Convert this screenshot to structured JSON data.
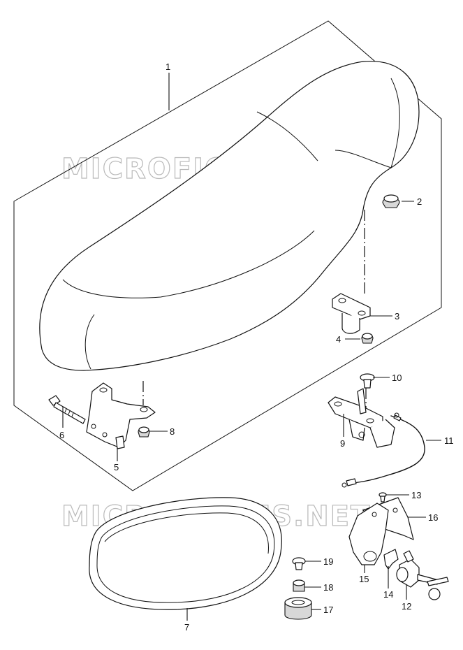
{
  "watermark": {
    "text": "MICROFICHES.NET"
  },
  "callouts": [
    {
      "id": "1",
      "label": "1"
    },
    {
      "id": "2",
      "label": "2"
    },
    {
      "id": "3",
      "label": "3"
    },
    {
      "id": "4",
      "label": "4"
    },
    {
      "id": "5",
      "label": "5"
    },
    {
      "id": "6",
      "label": "6"
    },
    {
      "id": "7",
      "label": "7"
    },
    {
      "id": "8",
      "label": "8"
    },
    {
      "id": "9",
      "label": "9"
    },
    {
      "id": "10",
      "label": "10"
    },
    {
      "id": "11",
      "label": "11"
    },
    {
      "id": "12",
      "label": "12"
    },
    {
      "id": "13",
      "label": "13"
    },
    {
      "id": "14",
      "label": "14"
    },
    {
      "id": "15",
      "label": "15"
    },
    {
      "id": "16",
      "label": "16"
    },
    {
      "id": "17",
      "label": "17"
    },
    {
      "id": "18",
      "label": "18"
    },
    {
      "id": "19",
      "label": "19"
    }
  ]
}
